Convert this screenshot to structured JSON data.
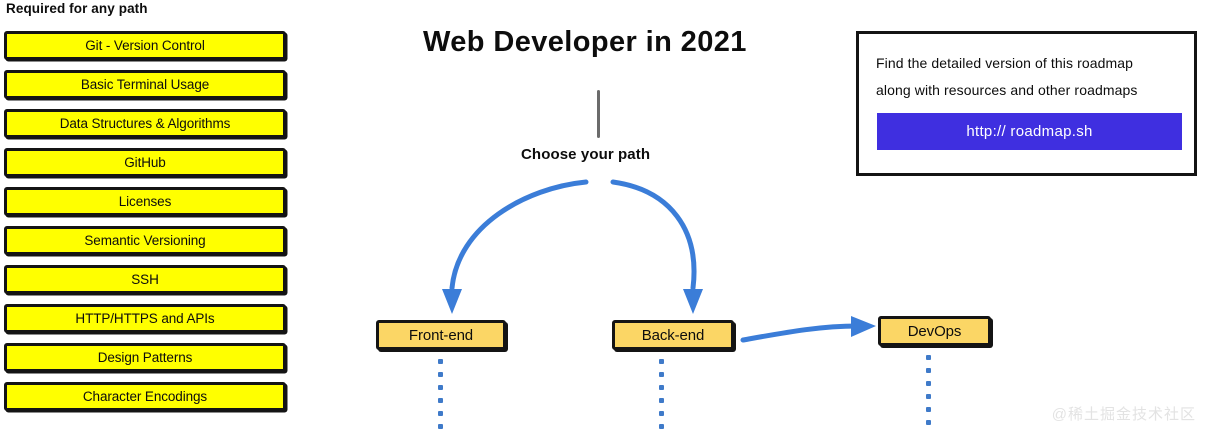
{
  "page": {
    "title": "Web Developer in 2021",
    "watermark": "@稀土掘金技术社区"
  },
  "required_section": {
    "heading": "Required for any path",
    "skills": [
      {
        "label": "Git - Version Control"
      },
      {
        "label": "Basic Terminal Usage"
      },
      {
        "label": "Data Structures & Algorithms"
      },
      {
        "label": "GitHub"
      },
      {
        "label": "Licenses"
      },
      {
        "label": "Semantic Versioning"
      },
      {
        "label": "SSH"
      },
      {
        "label": "HTTP/HTTPS and APIs"
      },
      {
        "label": "Design Patterns"
      },
      {
        "label": "Character Encodings"
      }
    ]
  },
  "center": {
    "choose_path_label": "Choose your path",
    "paths": [
      {
        "label": "Front-end"
      },
      {
        "label": "Back-end"
      },
      {
        "label": "DevOps"
      }
    ]
  },
  "info_box": {
    "line1": "Find the detailed version of this roadmap",
    "line2": "along with resources and other roadmaps",
    "cta_label": "http:// roadmap.sh"
  },
  "colors": {
    "skill_fill": "#ffff00",
    "path_fill": "#fbd665",
    "outline": "#141414",
    "arrow_blue": "#3b7dd8",
    "dot_blue": "#3f7ac9",
    "cta_blue": "#3f2fe0",
    "stem_gray": "#6b6b6b",
    "watermark_gray": "#e3e3e3"
  }
}
